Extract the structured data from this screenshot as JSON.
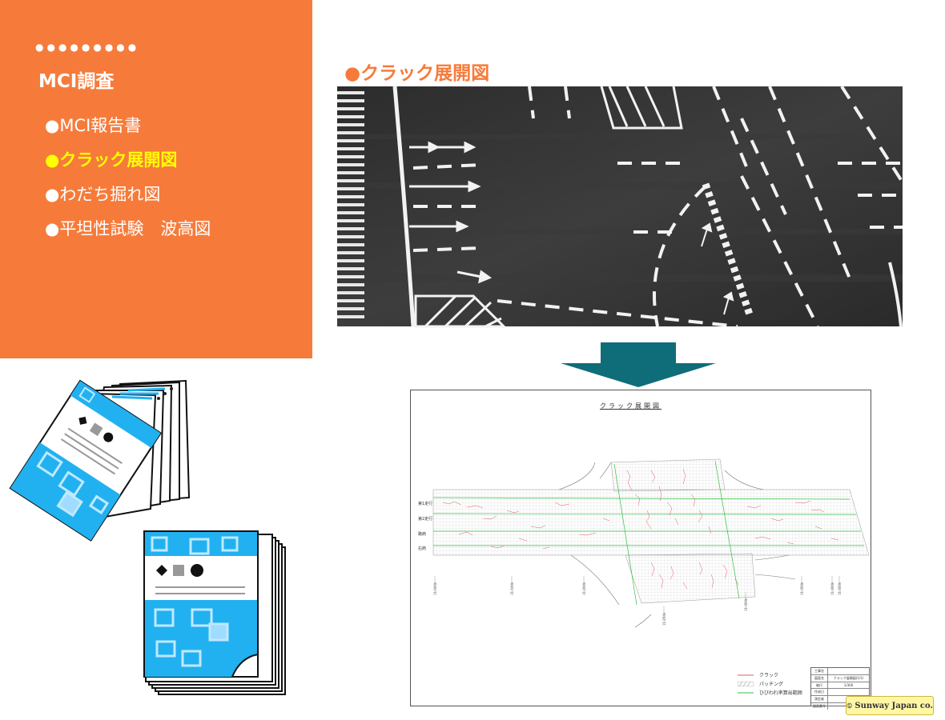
{
  "sidebar": {
    "dots": "●●●●●●●●●",
    "title": "MCI調査",
    "items": [
      {
        "label": "●MCI報告書",
        "active": false
      },
      {
        "label": "●クラック展開図",
        "active": true
      },
      {
        "label": "●わだち掘れ図",
        "active": false
      },
      {
        "label": "●平坦性試験　波高図",
        "active": false
      }
    ]
  },
  "main": {
    "heading": "●クラック展開図"
  },
  "drawing": {
    "title": "クラック展開図",
    "row_labels": [
      "第1走行",
      "第2走行",
      "路肩",
      "右肩"
    ],
    "stations": [
      "11.000k",
      "11.100k",
      "11.200k",
      "11.250k",
      "11.300k",
      "11.350k",
      "11.400k",
      "11.450k"
    ],
    "legend": {
      "crack": "クラック",
      "patching": "パッチング",
      "sum_area": "ひびわれ率算出範囲"
    },
    "title_block": {
      "rows": [
        {
          "label": "工事名",
          "value": ""
        },
        {
          "label": "図面名",
          "value": "クラック展開図(1/1)"
        },
        {
          "label": "縮尺",
          "value": "1/300"
        },
        {
          "label": "作成日",
          "value": ""
        },
        {
          "label": "測定者",
          "value": ""
        },
        {
          "label": "図面番号",
          "value": ""
        }
      ]
    }
  },
  "logo": {
    "text": "Sunway Japan co."
  },
  "colors": {
    "panel": "#f67b3b",
    "active_menu": "#ffff00",
    "arrow": "#0e6d78",
    "crack": "#e05a6a",
    "scan_line": "#30c040",
    "doc_blue": "#22b1f0"
  }
}
